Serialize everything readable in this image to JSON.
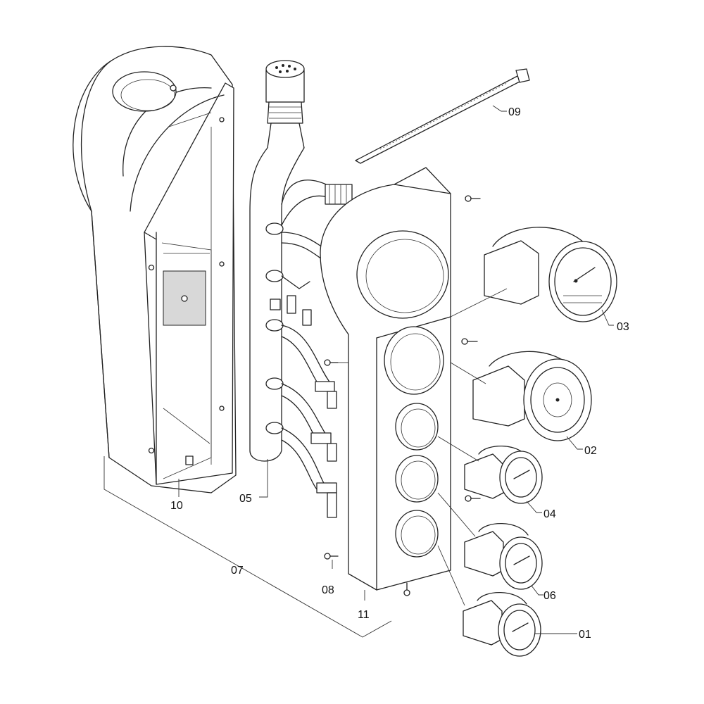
{
  "callouts": {
    "p01": "01",
    "p02": "02",
    "p03": "03",
    "p04": "04",
    "p05": "05",
    "p06": "06",
    "p07": "07",
    "p08": "08",
    "p09": "09",
    "p10": "10",
    "p11": "11"
  }
}
